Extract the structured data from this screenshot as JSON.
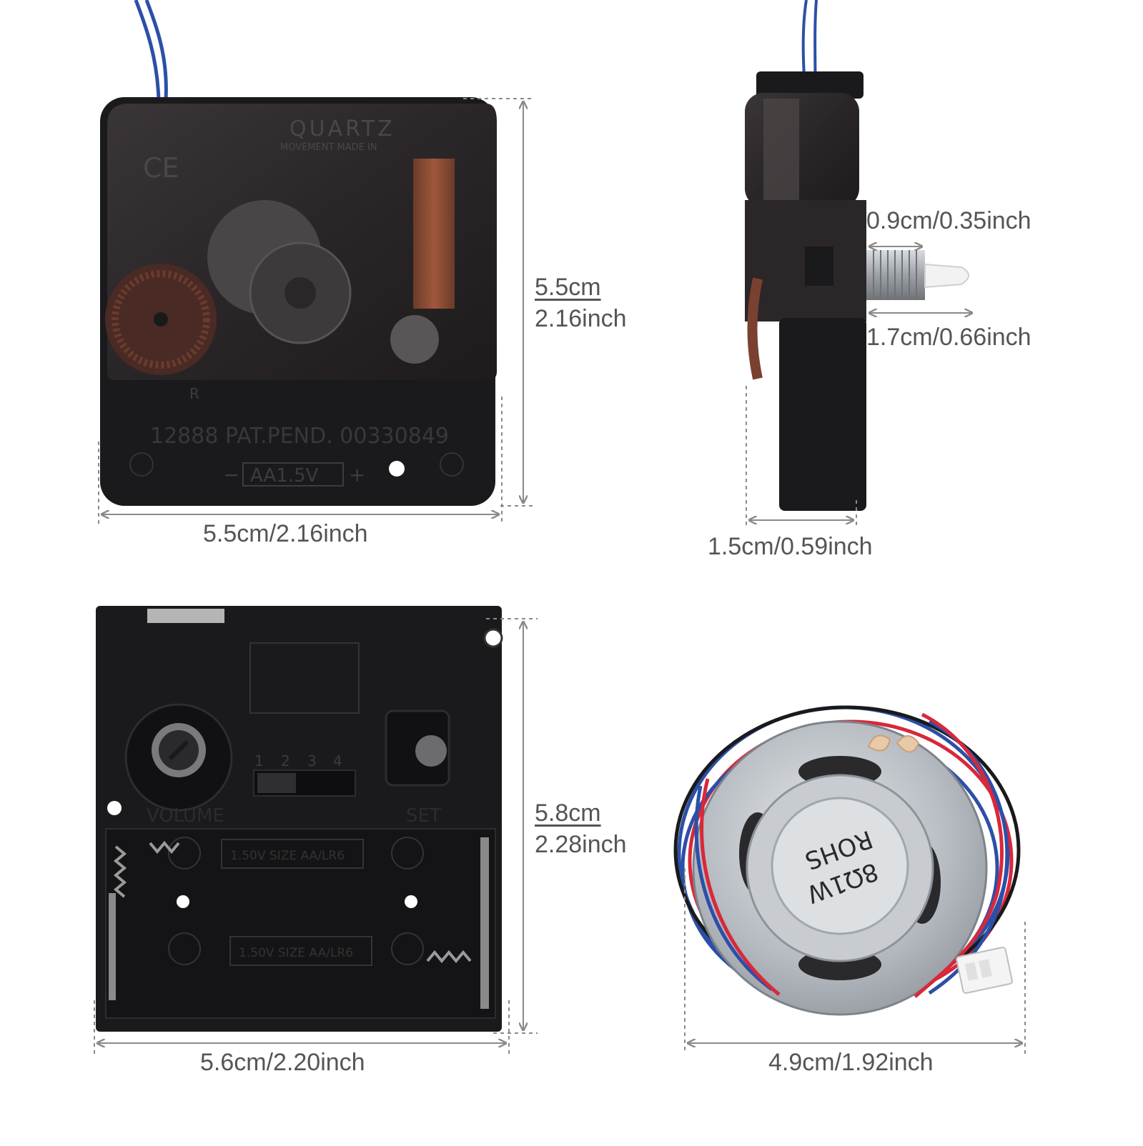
{
  "movement_front": {
    "width_label": "5.5cm/2.16inch",
    "height_cm": "5.5cm",
    "height_inch": "2.16inch",
    "case_text": {
      "brand": "QUARTZ",
      "made_in": "MOVEMENT MADE IN",
      "ce": "CE",
      "part": "12888  PAT.PEND. 00330849",
      "battery": "AA1.5V",
      "minus": "−",
      "plus": "+",
      "r_mark": "R"
    }
  },
  "movement_side": {
    "depth_label": "1.5cm/0.59inch",
    "shaft_short_label": "0.9cm/0.35inch",
    "shaft_long_label": "1.7cm/0.66inch"
  },
  "chime_box": {
    "width_label": "5.6cm/2.20inch",
    "height_cm": "5.8cm",
    "height_inch": "2.28inch",
    "switch_numbers": [
      "1",
      "2",
      "3",
      "4"
    ],
    "volume_label": "VOLUME",
    "set_label": "SET",
    "battery_slot_top": "1.50V  SIZE  AA/LR6",
    "battery_slot_bottom": "1.50V  SIZE  AA/LR6"
  },
  "speaker": {
    "width_label": "4.9cm/1.92inch",
    "marking_line1": "8Ω1W",
    "marking_line2": "ROHS"
  },
  "colors": {
    "label_text": "#555555",
    "dim_line": "#8a8a8a",
    "plastic_black": "#1b1b1d",
    "wire_blue": "#2c4fa8",
    "wire_red": "#d8283a",
    "speaker_metal": "#b9bec4"
  }
}
